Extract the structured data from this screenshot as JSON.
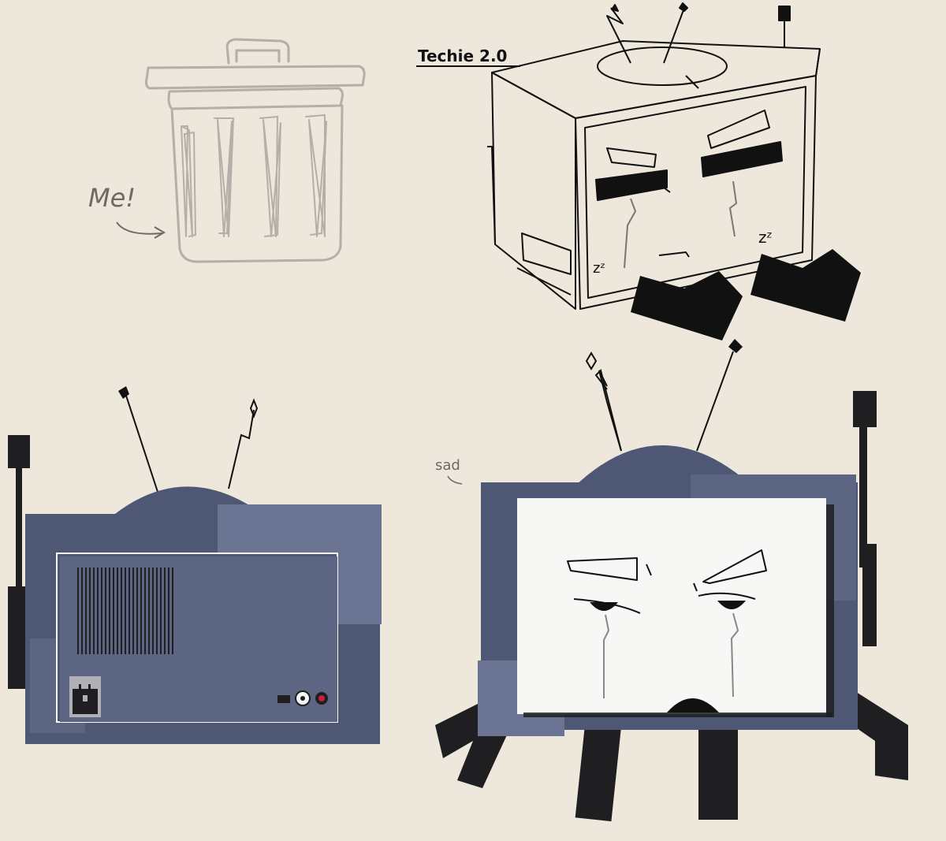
{
  "labels": {
    "title": "Techie 2.0",
    "me": "Me!",
    "sad": "sad",
    "zz_left": "zᶻ",
    "zz_right": "zᶻ"
  },
  "colors": {
    "background": "#ede7dc",
    "body_dark": "#4e5773",
    "body_mid": "#5c6683",
    "body_light": "#6b7593",
    "screen": "#f7f7f5",
    "limbs": "#1f1f21",
    "sketch_gray": "#b8b4ae",
    "ink": "#111111"
  },
  "icons": {
    "trash": "trash-can-icon",
    "power_outlet": "power-outlet-icon",
    "star_spark": "star-spark-icon",
    "diamond_spark": "diamond-spark-icon"
  }
}
